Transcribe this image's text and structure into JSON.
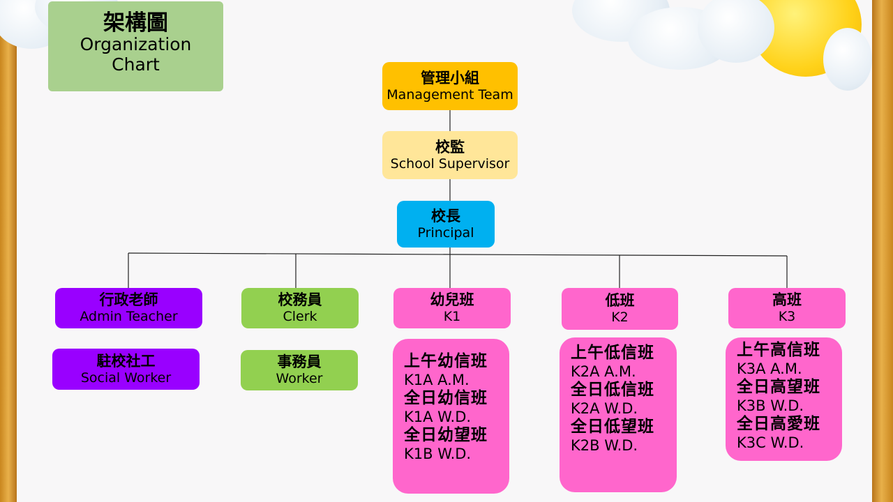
{
  "title": {
    "zh": "架構圖",
    "en": "Organization\nChart"
  },
  "management": {
    "zh": "管理小組",
    "en": "Management Team"
  },
  "supervisor": {
    "zh": "校監",
    "en": "School Supervisor"
  },
  "principal": {
    "zh": "校長",
    "en": "Principal"
  },
  "admin_teacher": {
    "zh": "行政老師",
    "en": "Admin Teacher"
  },
  "social_worker": {
    "zh": "駐校社工",
    "en": "Social Worker"
  },
  "clerk": {
    "zh": "校務員",
    "en": "Clerk"
  },
  "worker": {
    "zh": "事務員",
    "en": "Worker"
  },
  "k1": {
    "zh": "幼兒班",
    "en": "K1",
    "classes": [
      {
        "zh": "上午幼信班",
        "en": "K1A A.M."
      },
      {
        "zh": "全日幼信班",
        "en": "K1A W.D."
      },
      {
        "zh": "全日幼望班",
        "en": "K1B W.D."
      }
    ]
  },
  "k2": {
    "zh": "低班",
    "en": "K2",
    "classes": [
      {
        "zh": "上午低信班",
        "en": "K2A A.M."
      },
      {
        "zh": "全日低信班",
        "en": "K2A W.D."
      },
      {
        "zh": "全日低望班",
        "en": "K2B W.D."
      }
    ]
  },
  "k3": {
    "zh": "高班",
    "en": "K3",
    "classes": [
      {
        "zh": "上午高信班",
        "en": "K3A A.M."
      },
      {
        "zh": "全日高望班",
        "en": "K3B W.D."
      },
      {
        "zh": "全日高愛班",
        "en": "K3C W.D."
      }
    ]
  },
  "colors": {
    "management": "#ffc000",
    "supervisor": "#ffe699",
    "principal": "#00b0f0",
    "admin": "#9900ff",
    "support": "#92d050",
    "grade": "#ff66cc",
    "title": "#a9d08e"
  }
}
